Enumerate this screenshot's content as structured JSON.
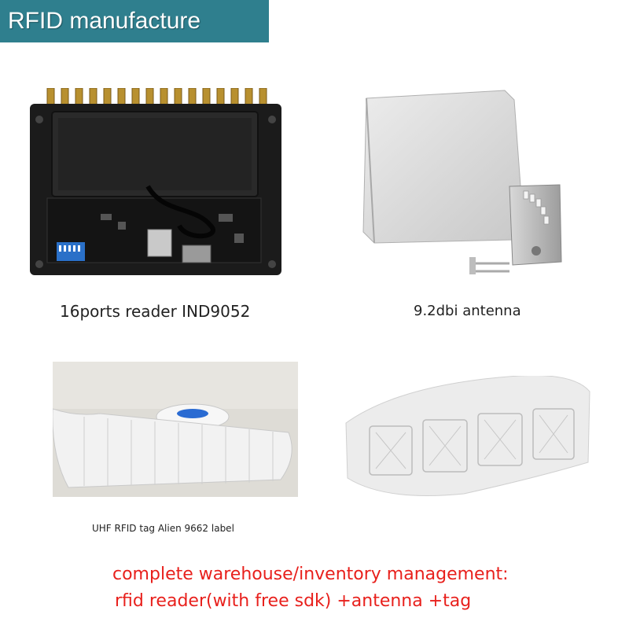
{
  "banner": {
    "title": "RFID manufacture",
    "bg_color": "#2f7f8e"
  },
  "products": {
    "reader": {
      "caption": "16ports reader IND9052",
      "icon": "rfid-reader-board-icon"
    },
    "antenna": {
      "caption": "9.2dbi antenna",
      "icon": "panel-antenna-icon"
    },
    "tag": {
      "caption": "UHF RFID tag Alien 9662 label",
      "icon": "rfid-tag-roll-icon"
    }
  },
  "promo": {
    "line1": "complete warehouse/inventory management:",
    "line2": "rfid reader(with free sdk)  +antenna  +tag",
    "color": "#e8201c"
  }
}
